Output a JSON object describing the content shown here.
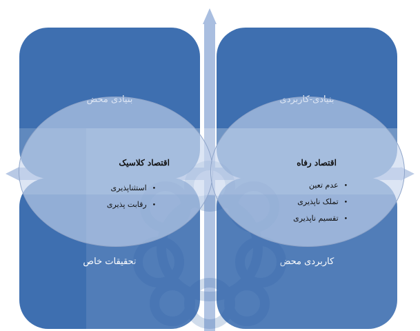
{
  "quadrants": {
    "top_left": "بنیادی محض",
    "top_right": "بنیادی-کاربردی",
    "bottom_left": "تحقیقات خاص",
    "bottom_right": "کاربردی محض"
  },
  "left_oval": {
    "title": "اقتصاد کلاسیک",
    "items": [
      "استثناپذیری",
      "رقابت پذیری"
    ]
  },
  "right_oval": {
    "title": "اقتصاد رفاه",
    "items": [
      "عدم تعین",
      "تملک ناپذیری",
      "تقسیم ناپذیری"
    ]
  },
  "colors": {
    "quadrant_fill": "#3e6fb0",
    "oval_fill": "#c6d5ee",
    "axis_arrow": "#a9bee0",
    "watermark": "#2f62a8"
  },
  "icons": {
    "axes": "four-way-cross-arrow",
    "watermark": "geometric-star-ornament"
  }
}
